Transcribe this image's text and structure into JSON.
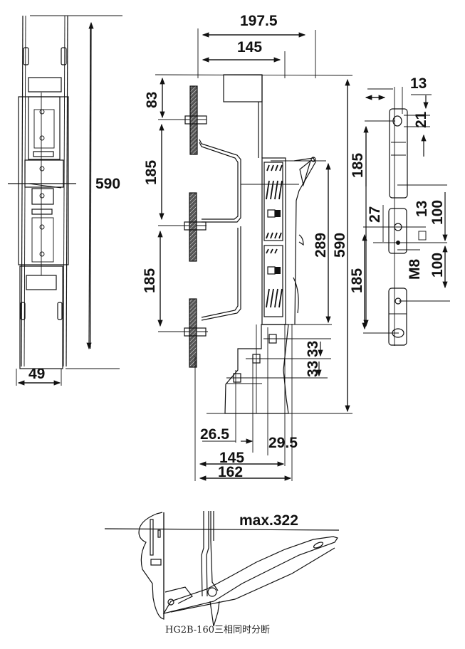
{
  "title": "HG2B-160 fuse switch disconnector dimension drawing",
  "caption": "HG2B-160三相同时分断",
  "front_view": {
    "height_label": "590",
    "width_label": "49"
  },
  "side_view": {
    "top_dims": [
      "197.5",
      "145"
    ],
    "left_dims": [
      "83",
      "185",
      "185"
    ],
    "right_dims": [
      "289",
      "590"
    ],
    "small_dims": [
      "33",
      "33"
    ],
    "bottom_dims": [
      "26.5",
      "29.5",
      "145",
      "162"
    ]
  },
  "terminal_view": {
    "dims": [
      "13",
      "21",
      "185",
      "27",
      "13",
      "100",
      "M8",
      "100",
      "185"
    ]
  },
  "open_view": {
    "max_label": "max.322"
  }
}
